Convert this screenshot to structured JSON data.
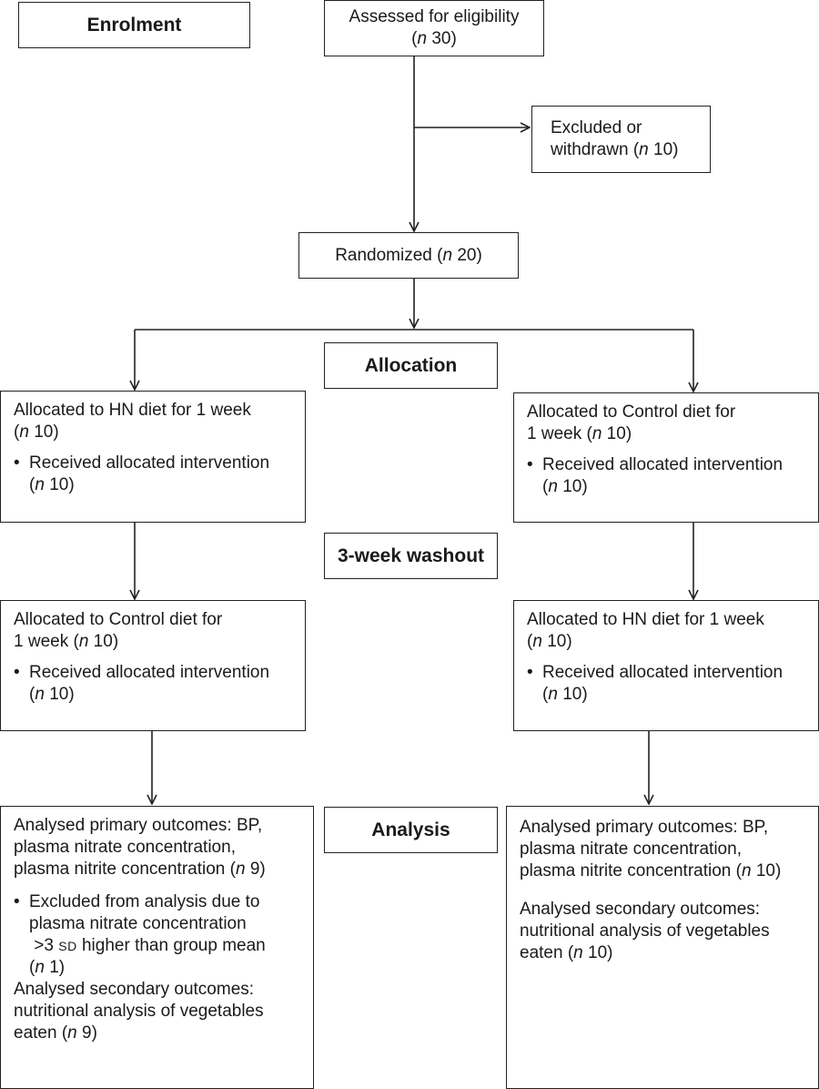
{
  "stages": {
    "enrolment": "Enrolment",
    "allocation": "Allocation",
    "washout": "3-week washout",
    "analysis": "Analysis"
  },
  "n_symbol": "n",
  "assessed": {
    "label": "Assessed for eligibility",
    "count": "30"
  },
  "excluded": {
    "line1": "Excluded or",
    "line2": "withdrawn",
    "count": "10"
  },
  "randomized": {
    "label": "Randomized",
    "count": "20"
  },
  "left": {
    "period1": {
      "line1": "Allocated to HN diet for 1 week",
      "count": "10",
      "bullet": "Received allocated intervention",
      "bullet_count": "10"
    },
    "period2": {
      "line1": "Allocated to Control diet for",
      "line2": "1 week",
      "count": "10",
      "bullet": "Received allocated intervention",
      "bullet_count": "10"
    },
    "analysis": {
      "primary1": "Analysed primary outcomes: BP,",
      "primary2": "plasma nitrate concentration,",
      "primary3": "plasma nitrite concentration",
      "primary_count": "9",
      "excl1": "Excluded from analysis due to",
      "excl2": "plasma nitrate concentration",
      "excl3a": ">3",
      "excl3_sd": "SD",
      "excl3b": "higher than group mean",
      "excl_count": "1",
      "secondary1": "Analysed secondary outcomes:",
      "secondary2": "nutritional analysis of vegetables",
      "secondary3": "eaten",
      "secondary_count": "9"
    }
  },
  "right": {
    "period1": {
      "line1": "Allocated to Control diet for",
      "line2": "1 week",
      "count": "10",
      "bullet": "Received allocated intervention",
      "bullet_count": "10"
    },
    "period2": {
      "line1": "Allocated to HN diet for 1 week",
      "count": "10",
      "bullet": "Received allocated intervention",
      "bullet_count": "10"
    },
    "analysis": {
      "primary1": "Analysed primary outcomes: BP,",
      "primary2": "plasma nitrate concentration,",
      "primary3": "plasma nitrite concentration",
      "primary_count": "10",
      "secondary1": "Analysed secondary outcomes:",
      "secondary2": "nutritional analysis of vegetables",
      "secondary3": "eaten",
      "secondary_count": "10"
    }
  },
  "colors": {
    "line": "#222222",
    "text": "#1a1a1a",
    "background": "#ffffff"
  }
}
